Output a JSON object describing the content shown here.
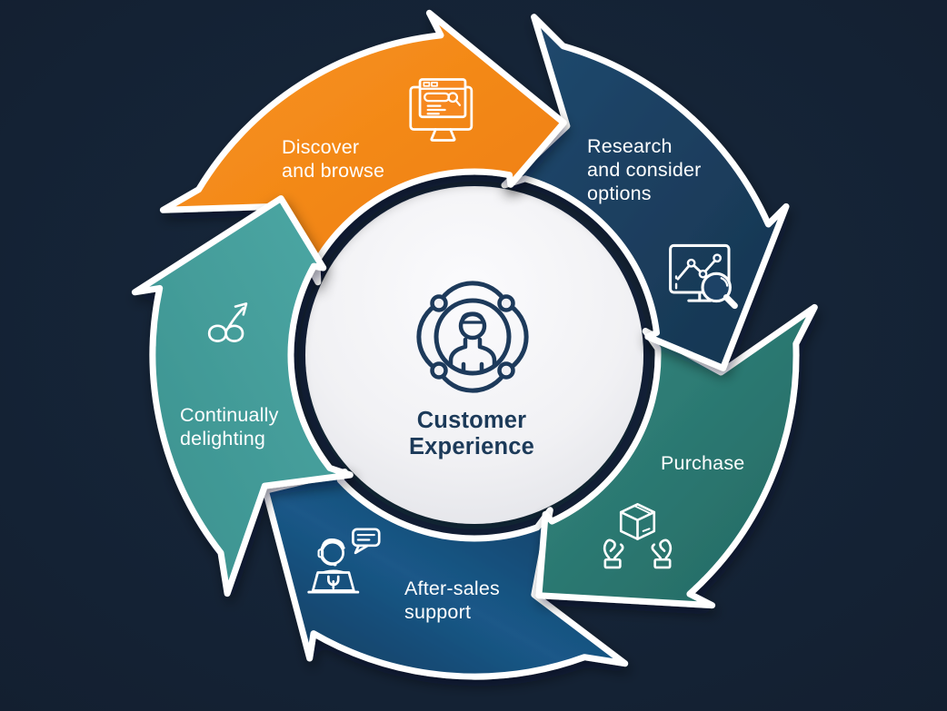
{
  "background_color": "#17293e",
  "background_edge_color": "#131f30",
  "outline_color": "#ffffff",
  "label_color": "#ffffff",
  "center": {
    "title_lines": [
      "Customer",
      "Experience"
    ],
    "title_color": "#1c3a59",
    "icon": "customer-profile-network-icon",
    "icon_color": "#1d3a5b",
    "disc_light": "#fbfbfd",
    "disc_mid": "#f1f1f4",
    "disc_dark": "#e1e2e7"
  },
  "segments": [
    {
      "name": "discover-and-browse",
      "label_lines": [
        "Discover",
        "and browse"
      ],
      "icon": "browser-search-monitor-icon",
      "color": "#f6881f",
      "color_light": "#f8941f",
      "color_dark": "#ee7d12"
    },
    {
      "name": "research-and-consider-options",
      "label_lines": [
        "Research",
        "and consider",
        "options"
      ],
      "icon": "analytics-magnifier-icon",
      "color": "#1d4266",
      "color_light": "#214a70",
      "color_dark": "#16344f"
    },
    {
      "name": "purchase",
      "label_lines": [
        "Purchase"
      ],
      "icon": "hands-holding-package-icon",
      "color": "#2d7f78",
      "color_light": "#338880",
      "color_dark": "#246862"
    },
    {
      "name": "after-sales-support",
      "label_lines": [
        "After-sales",
        "support"
      ],
      "icon": "support-agent-laptop-icon",
      "color": "#17517e",
      "color_light": "#1a5888",
      "color_dark": "#123a5c"
    },
    {
      "name": "continually-delighting",
      "label_lines": [
        "Continually",
        "delighting"
      ],
      "icon": "infinity-growth-arrow-icon",
      "color": "#46a19e",
      "color_light": "#4ca8a5",
      "color_dark": "#3b908d"
    }
  ]
}
